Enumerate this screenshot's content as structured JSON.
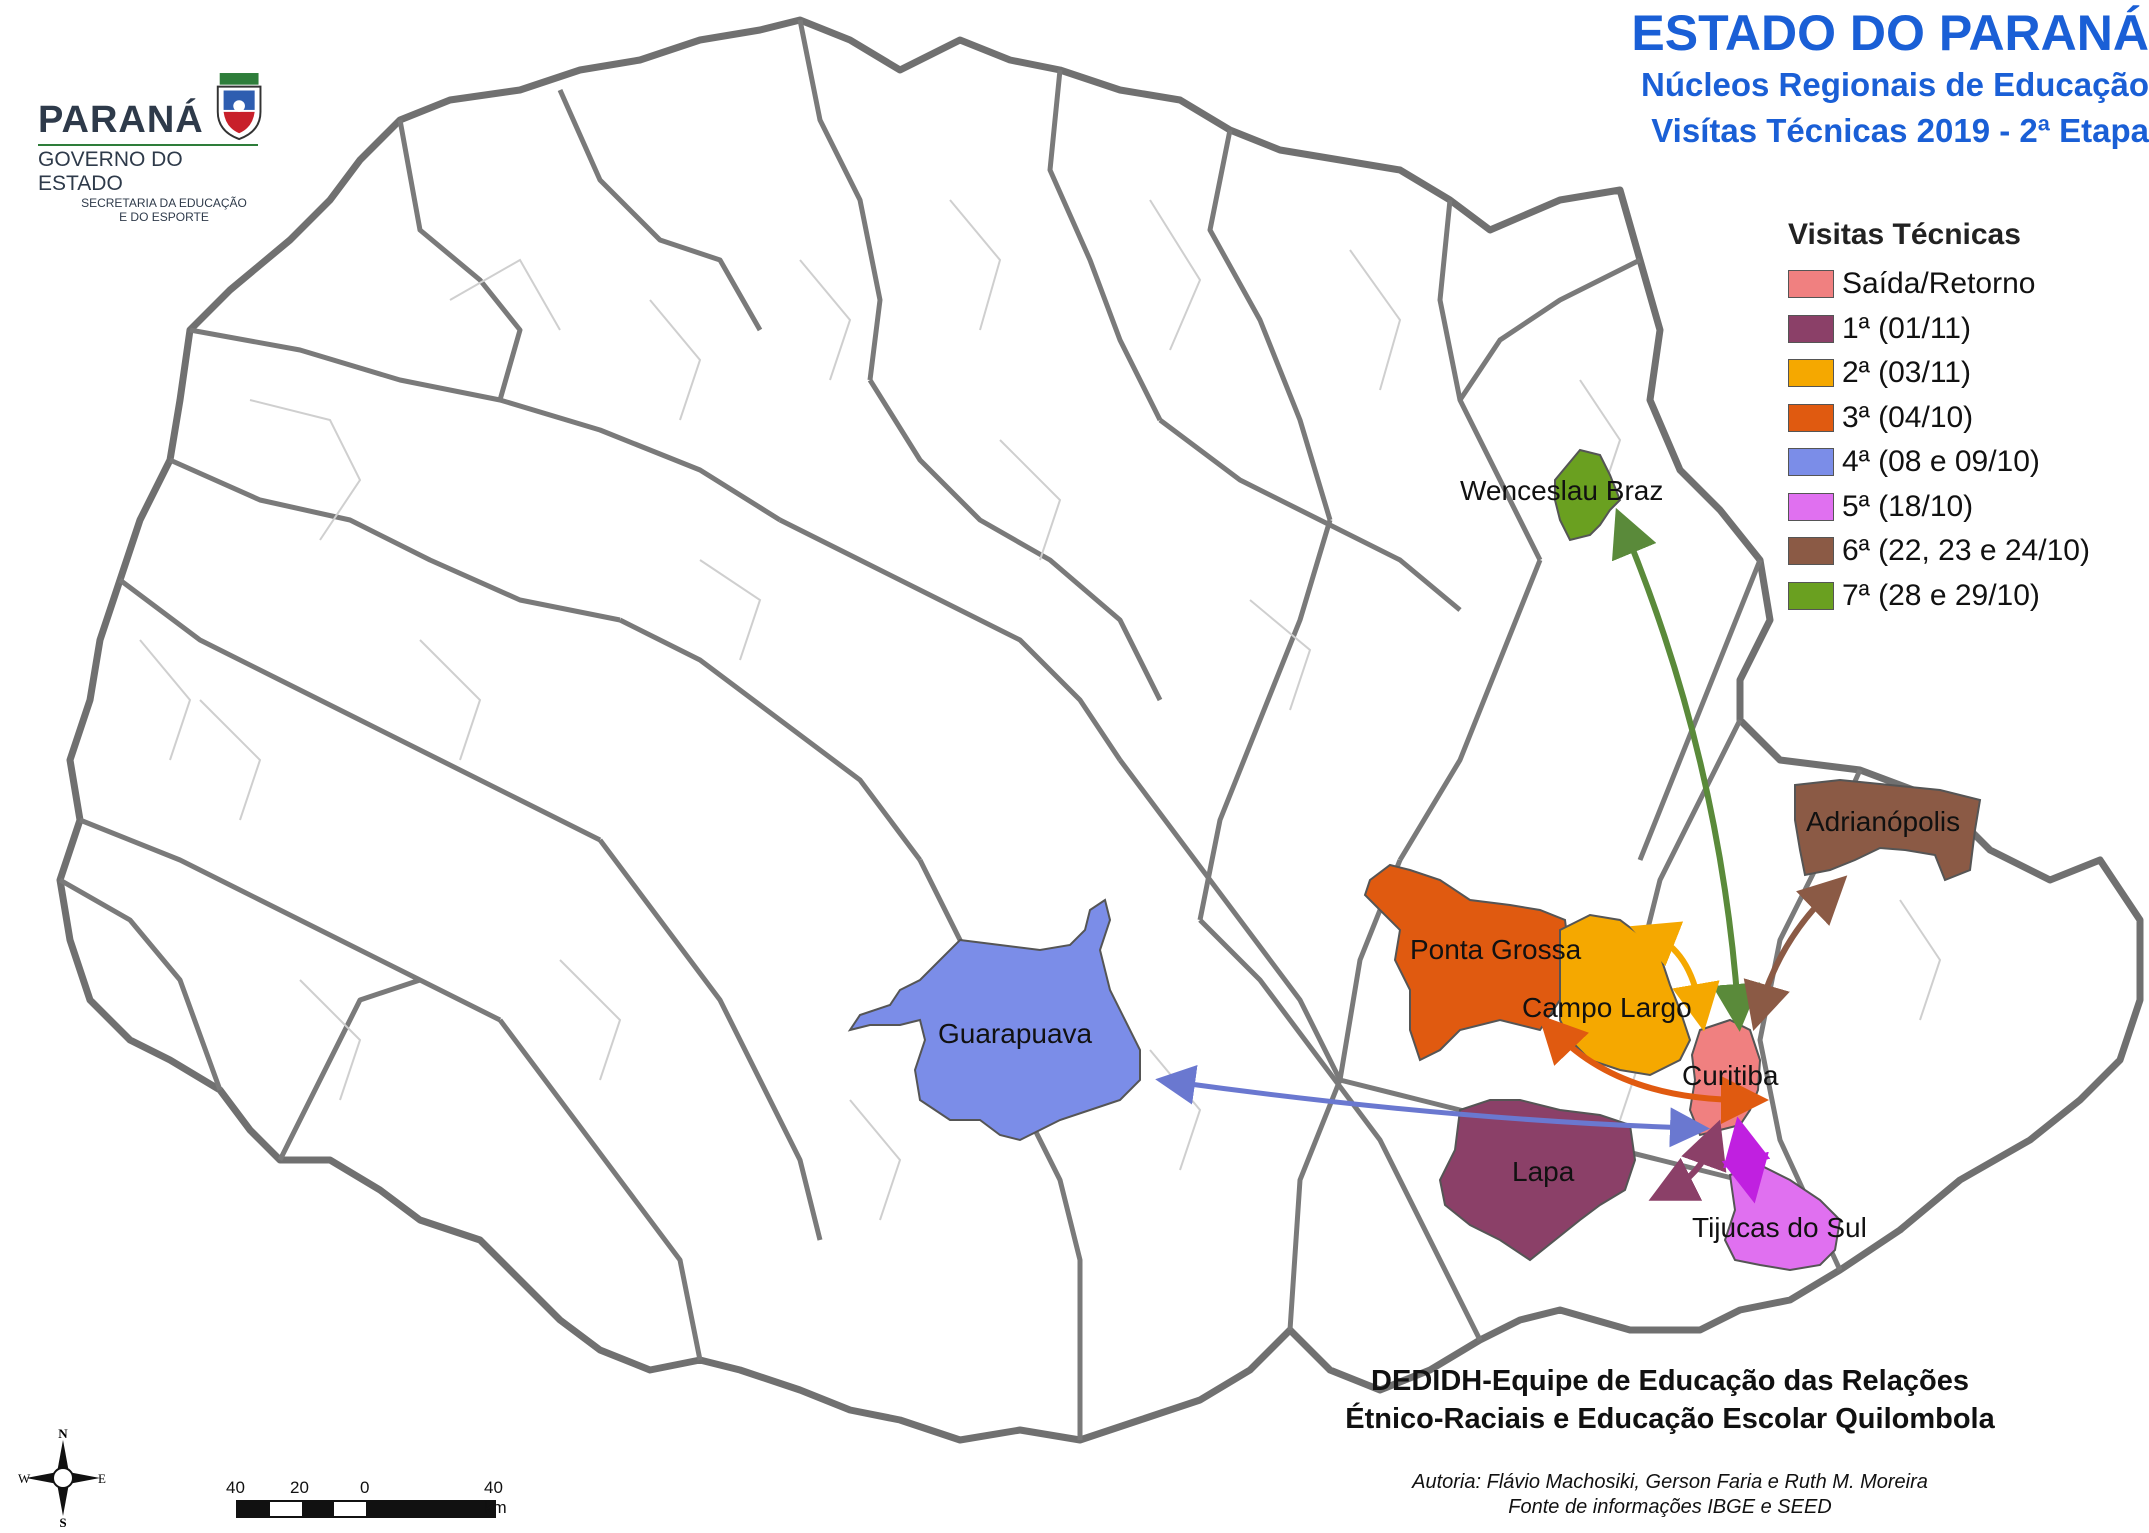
{
  "title": {
    "line1": "ESTADO DO PARANÁ",
    "line2": "Núcleos Regionais de Educação",
    "line3": "Visítas Técnicas 2019 - 2ª Etapa"
  },
  "logo": {
    "brand": "PARANÁ",
    "government": "GOVERNO DO ESTADO",
    "department_line1": "SECRETARIA DA EDUCAÇÃO",
    "department_line2": "E DO ESPORTE"
  },
  "legend": {
    "title": "Visitas Técnicas",
    "items": [
      {
        "label": "Saída/Retorno",
        "color": "#f08080"
      },
      {
        "label": "1ª (01/11)",
        "color": "#8b4068"
      },
      {
        "label": "2ª (03/11)",
        "color": "#f5a800"
      },
      {
        "label": "3ª (04/10)",
        "color": "#e05a10"
      },
      {
        "label": "4ª (08 e 09/10)",
        "color": "#7b8de8"
      },
      {
        "label": "5ª (18/10)",
        "color": "#e070f0"
      },
      {
        "label": "6ª (22, 23 e 24/10)",
        "color": "#8b5a45"
      },
      {
        "label": "7ª (28 e 29/10)",
        "color": "#6aa020"
      }
    ]
  },
  "regions": {
    "wenceslau": "Wenceslau Braz",
    "adrianopolis": "Adrianópolis",
    "ponta_grossa": "Ponta Grossa",
    "campo_largo": "Campo Largo",
    "guarapuava": "Guarapuava",
    "curitiba": "Curitiba",
    "lapa": "Lapa",
    "tijucas": "Tijucas do Sul"
  },
  "credit": {
    "line1": "DEDIDH-Equipe de Educação das Relações",
    "line2": "Étnico-Raciais e Educação Escolar Quilombola"
  },
  "author": {
    "line1": "Autoria: Flávio Machosiki, Gerson Faria e Ruth M. Moreira",
    "line2": "Fonte de informações IBGE e SEED"
  },
  "scale": {
    "ticks": [
      "40",
      "20",
      "0",
      "40 km"
    ]
  },
  "compass": {
    "n": "N",
    "s": "S",
    "e": "E",
    "w": "W"
  }
}
